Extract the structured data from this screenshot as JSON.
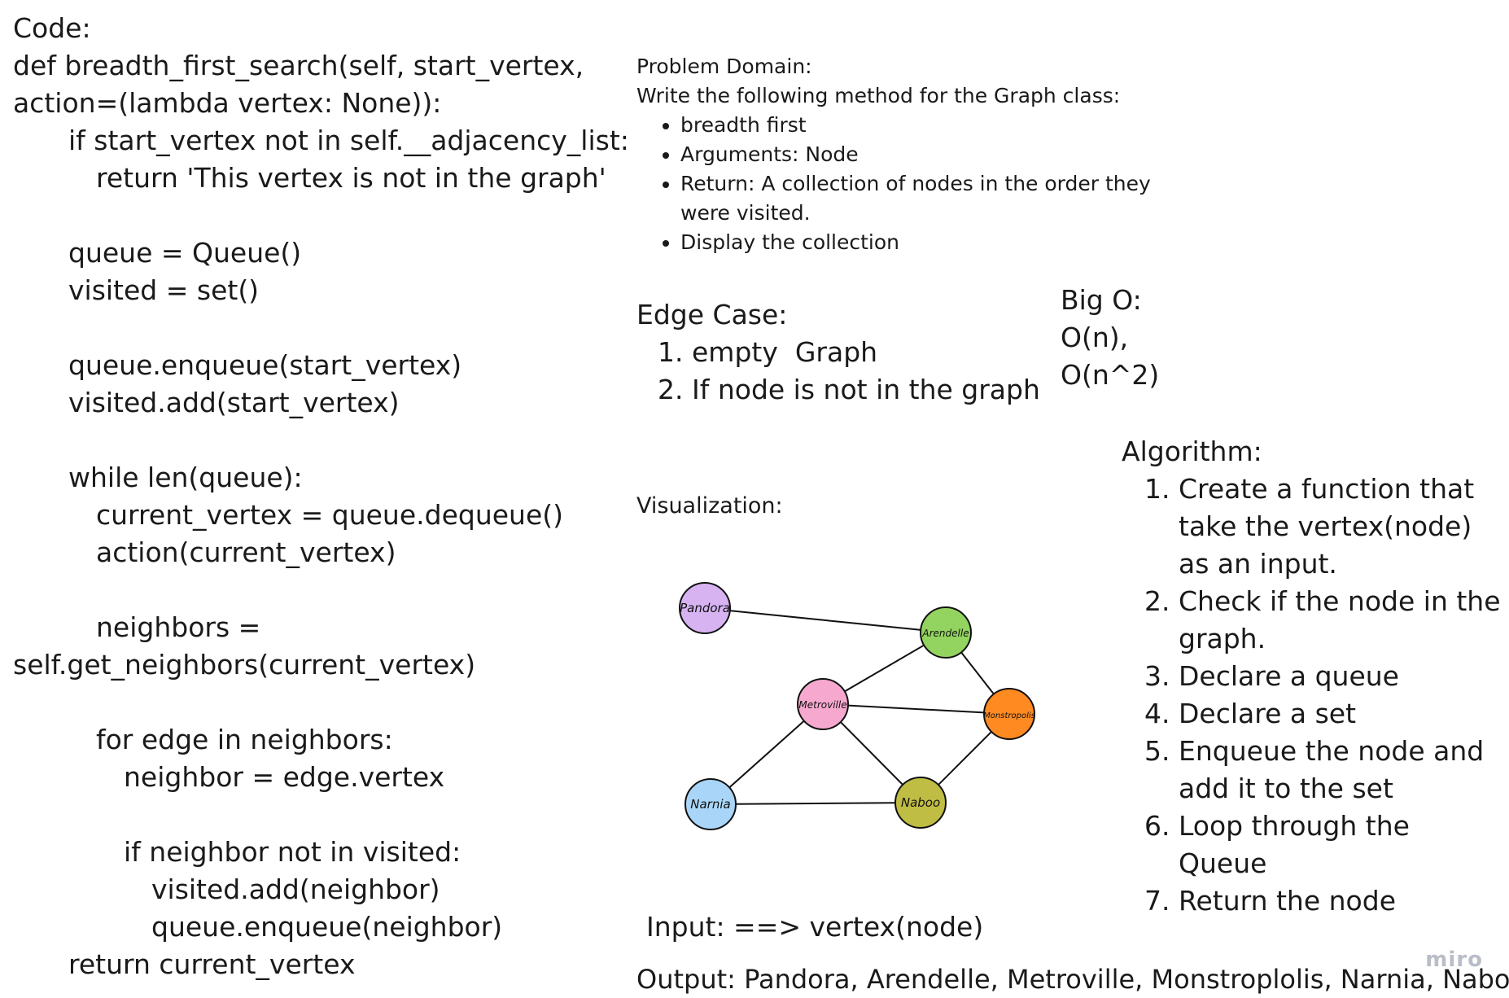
{
  "code": {
    "lines": [
      {
        "text": "Code:",
        "indent": 0
      },
      {
        "text": "def breadth_first_search(self, start_vertex,",
        "indent": 0
      },
      {
        "text": "action=(lambda vertex: None)):",
        "indent": 0
      },
      {
        "text": "if start_vertex not in self.__adjacency_list:",
        "indent": 1
      },
      {
        "text": "return 'This vertex is not in the graph'",
        "indent": 2
      },
      {
        "text": "",
        "indent": 0
      },
      {
        "text": "queue = Queue()",
        "indent": 1
      },
      {
        "text": "visited = set()",
        "indent": 1
      },
      {
        "text": "",
        "indent": 0
      },
      {
        "text": "queue.enqueue(start_vertex)",
        "indent": 1
      },
      {
        "text": "visited.add(start_vertex)",
        "indent": 1
      },
      {
        "text": "",
        "indent": 0
      },
      {
        "text": "while len(queue):",
        "indent": 1
      },
      {
        "text": "current_vertex = queue.dequeue()",
        "indent": 2
      },
      {
        "text": "action(current_vertex)",
        "indent": 2
      },
      {
        "text": "",
        "indent": 0
      },
      {
        "text": "neighbors =",
        "indent": 2
      },
      {
        "text": "self.get_neighbors(current_vertex)",
        "indent": 0
      },
      {
        "text": "",
        "indent": 0
      },
      {
        "text": "for edge in neighbors:",
        "indent": 2
      },
      {
        "text": "neighbor = edge.vertex",
        "indent": 3
      },
      {
        "text": "",
        "indent": 0
      },
      {
        "text": "if neighbor not in visited:",
        "indent": 3
      },
      {
        "text": "visited.add(neighbor)",
        "indent": 4
      },
      {
        "text": "queue.enqueue(neighbor)",
        "indent": 4
      },
      {
        "text": "return current_vertex",
        "indent": 1
      }
    ]
  },
  "problem_domain": {
    "title": "Problem Domain:",
    "intro": "Write the following method for the Graph class:",
    "bullets": [
      "breadth first",
      "Arguments: Node",
      "Return: A collection of nodes in the order they were visited.",
      "Display the collection"
    ]
  },
  "edge_case": {
    "title": "Edge Case:",
    "items": [
      "empty  Graph",
      "If node is not in the graph"
    ]
  },
  "big_o": {
    "title": "Big O:",
    "lines": [
      "O(n),",
      "O(n^2)"
    ]
  },
  "visualization": {
    "title": "Visualization:",
    "nodes": [
      {
        "id": "pandora",
        "label": "Pandora",
        "color": "#d7b3f2"
      },
      {
        "id": "arendelle",
        "label": "Arendelle",
        "color": "#93d35f"
      },
      {
        "id": "metroville",
        "label": "Metroville",
        "color": "#f7a8cf"
      },
      {
        "id": "monstropolis",
        "label": "Monstropolis",
        "color": "#ff8a22"
      },
      {
        "id": "narnia",
        "label": "Narnia",
        "color": "#a9d6f8"
      },
      {
        "id": "naboo",
        "label": "Naboo",
        "color": "#c0bd44"
      }
    ],
    "edges": [
      [
        "pandora",
        "arendelle"
      ],
      [
        "arendelle",
        "metroville"
      ],
      [
        "arendelle",
        "monstropolis"
      ],
      [
        "metroville",
        "monstropolis"
      ],
      [
        "metroville",
        "narnia"
      ],
      [
        "metroville",
        "naboo"
      ],
      [
        "monstropolis",
        "naboo"
      ],
      [
        "narnia",
        "naboo"
      ]
    ]
  },
  "algorithm": {
    "title": "Algorithm:",
    "steps": [
      "Create a function that take the vertex(node) as an input.",
      "Check if the node in the graph.",
      "Declare a queue",
      "Declare a set",
      "Enqueue the node and add it to the set",
      "Loop through the Queue",
      "Return the node"
    ]
  },
  "input_text": "Input: ==> vertex(node)",
  "output_text": "Output: Pandora, Arendelle, Metroville, Monstroplolis, Narnia, Naboo",
  "watermark": "miro"
}
